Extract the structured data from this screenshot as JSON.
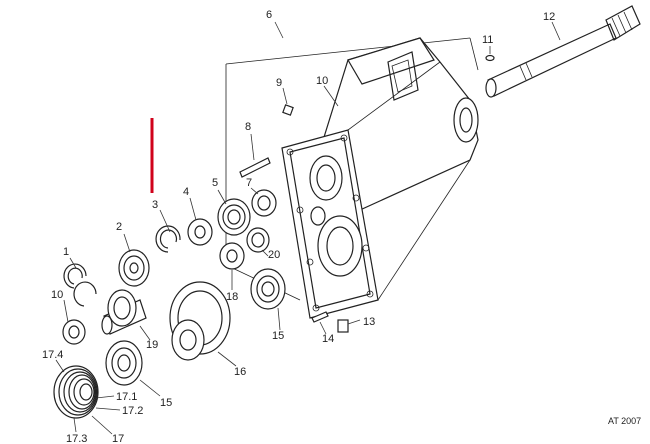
{
  "labels": {
    "p1": "1",
    "p2": "2",
    "p3": "3",
    "p4": "4",
    "p5": "5",
    "p6": "6",
    "p7": "7",
    "p8": "8",
    "p9": "9",
    "p10a": "10",
    "p10b": "10",
    "p11": "11",
    "p12": "12",
    "p13": "13",
    "p14": "14",
    "p15a": "15",
    "p15b": "15",
    "p16": "16",
    "p17": "17",
    "p17_1": "17.1",
    "p17_2": "17.2",
    "p17_3": "17.3",
    "p17_4": "17.4",
    "p18": "18",
    "p19": "19",
    "p20": "20"
  },
  "footer_code": "AT 2007",
  "colors": {
    "ink": "#222222",
    "marker": "#d0021b"
  }
}
